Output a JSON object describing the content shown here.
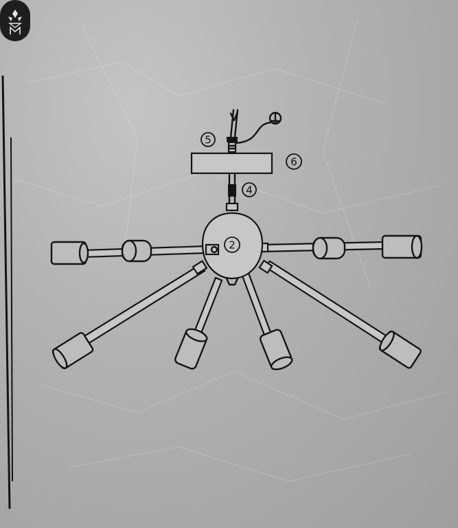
{
  "diagram": {
    "part_labels": [
      {
        "id": "label-5",
        "text": "5"
      },
      {
        "id": "label-6",
        "text": "6"
      },
      {
        "id": "label-4",
        "text": "4"
      },
      {
        "id": "label-2",
        "text": "2"
      }
    ],
    "ground_symbol": "ground-icon",
    "colors": {
      "paper": "#b8b8b6",
      "ink": "#141414"
    }
  },
  "watermark": {
    "icon": "logo-emblem-icon"
  }
}
